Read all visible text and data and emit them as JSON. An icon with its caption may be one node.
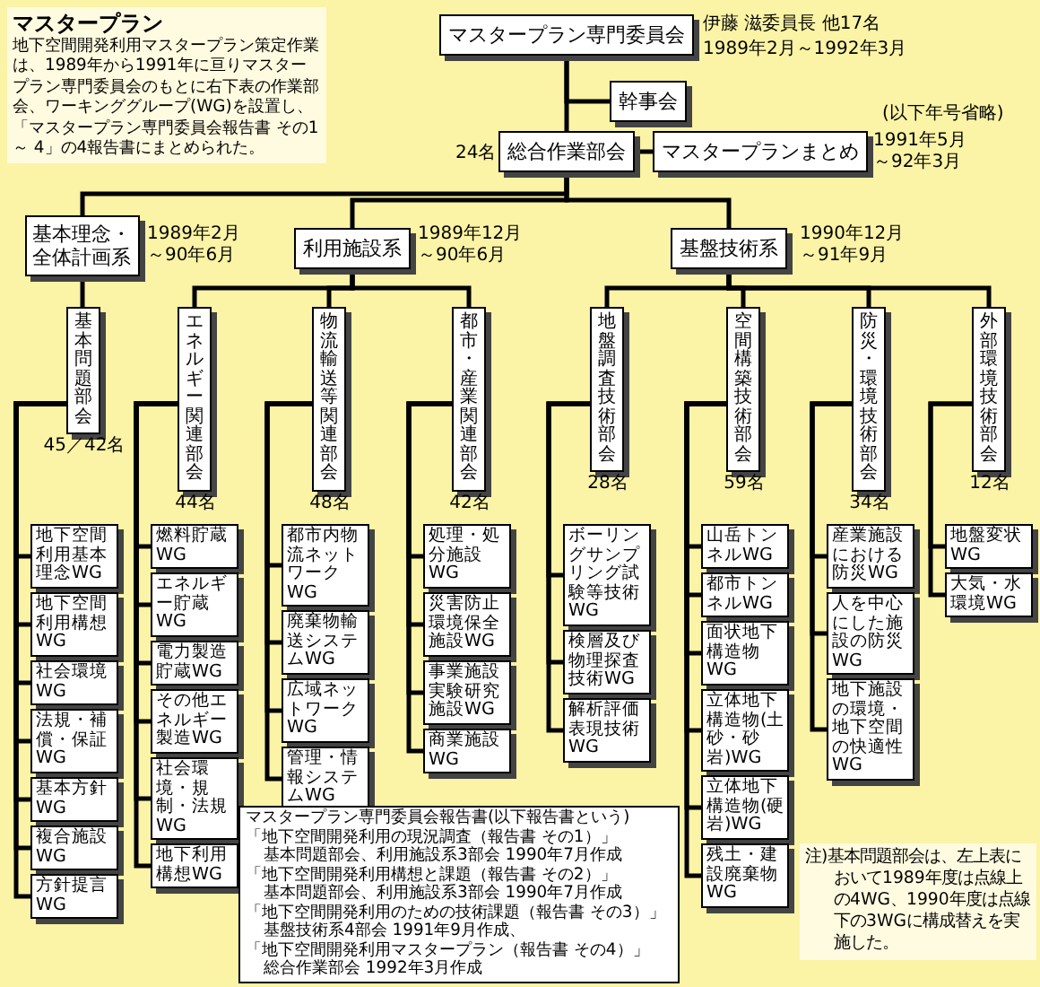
{
  "diagram": {
    "nodes": [
      {
        "text": [
          "マスタープラン専門委員会"
        ],
        "beside": [
          "伊藤 滋委員長 他17名",
          "1989年2月～1992年3月"
        ]
      },
      {
        "text": [
          "幹事会"
        ]
      },
      {
        "text": [
          "総合作業部会"
        ],
        "beside": [
          "24名"
        ]
      },
      {
        "text": [
          "マスタープランまとめ"
        ],
        "beside": [
          "1991年5月～92年3月"
        ]
      },
      {
        "text": [
          "基本理念・全体計画系"
        ],
        "beside": [
          "1989年2月～90年6月"
        ]
      },
      {
        "text": [
          "利用施設系"
        ],
        "beside": [
          "1989年12月～90年6月"
        ]
      },
      {
        "text": [
          "基盤技術系"
        ],
        "beside": [
          "1990年12月～91年9月"
        ]
      },
      {
        "text": [
          "基本問題部会"
        ],
        "beside": [
          "45／42名"
        ]
      },
      {
        "text": [
          "エネルギー関連部会"
        ],
        "beside": [
          "44名"
        ]
      },
      {
        "text": [
          "物流輸送等関連部会"
        ],
        "beside": [
          "48名"
        ]
      },
      {
        "text": [
          "都市・産業関連部会"
        ],
        "beside": [
          "42名"
        ]
      },
      {
        "text": [
          "地盤調査技術部会"
        ],
        "beside": [
          "28名"
        ]
      },
      {
        "text": [
          "空間構築技術部会"
        ],
        "beside": [
          "59名"
        ]
      },
      {
        "text": [
          "防災・環境技術部会"
        ],
        "beside": [
          "34名"
        ]
      },
      {
        "text": [
          "外部環境技術部会"
        ],
        "beside": [
          "12名"
        ]
      },
      {
        "text": [
          "地下空間利用基本理念WG"
        ]
      },
      {
        "text": [
          "地下空間利用構想WG"
        ]
      },
      {
        "text": [
          "社会環境WG"
        ]
      },
      {
        "text": [
          "法規・補償・保証WG"
        ]
      },
      {
        "text": [
          "基本方針WG"
        ]
      },
      {
        "text": [
          "複合施設WG"
        ]
      },
      {
        "text": [
          "方針提言WG"
        ]
      },
      {
        "text": [
          "燃料貯蔵WG"
        ]
      },
      {
        "text": [
          "エネルギー貯蔵WG"
        ]
      },
      {
        "text": [
          "電力製造貯蔵WG"
        ]
      },
      {
        "text": [
          "その他エネルギー製造WG"
        ]
      },
      {
        "text": [
          "社会環境・規制・法規WG"
        ]
      },
      {
        "text": [
          "地下利用構想WG"
        ]
      },
      {
        "text": [
          "都市内物流ネットワークWG"
        ]
      },
      {
        "text": [
          "廃棄物輸送システムWG"
        ]
      },
      {
        "text": [
          "広域ネットワークWG"
        ]
      },
      {
        "text": [
          "管理・情報システムWG"
        ]
      },
      {
        "text": [
          "処理・処分施設WG"
        ]
      },
      {
        "text": [
          "災害防止環境保全施設WG"
        ]
      },
      {
        "text": [
          "事業施設実験研究施設WG"
        ]
      },
      {
        "text": [
          "商業施設WG"
        ]
      },
      {
        "text": [
          "ボーリングサンプリング試験等技術WG"
        ]
      },
      {
        "text": [
          "検層及び物理探査技術WG"
        ]
      },
      {
        "text": [
          "解析評価表現技術WG"
        ]
      },
      {
        "text": [
          "山岳トンネルWG"
        ]
      },
      {
        "text": [
          "都市トンネルWG"
        ]
      },
      {
        "text": [
          "面状地下構造物WG"
        ]
      },
      {
        "text": [
          "立体地下構造物(土砂・砂岩)WG"
        ]
      },
      {
        "text": [
          "立体地下構造物(硬岩)WG"
        ]
      },
      {
        "text": [
          "残土・建設廃棄物WG"
        ]
      },
      {
        "text": [
          "産業施設における防災WG"
        ]
      },
      {
        "text": [
          "人を中心にした施設の防災WG"
        ]
      },
      {
        "text": [
          "地下施設の環境・地下空間の快適性WG"
        ]
      },
      {
        "text": [
          "地盤変状WG"
        ]
      },
      {
        "text": [
          "大気・水環境WG"
        ]
      },
      {
        "text": [
          "マスタープラン専門委員会報告書(以下報告書という)",
          "「地下空間開発利用の現況調査（報告書 その1）」",
          "基本問題部会、利用施設系3部会 1990年7月作成",
          "「地下空間開発利用構想と課題（報告書 その2）」",
          "基本問題部会、利用施設系3部会 1990年7月作成",
          "「地下空間開発利用のための技術課題（報告書 その3）」",
          "基盤技術系4部会 1991年9月作成、",
          "「地下空間開発利用マスタープラン（報告書 その4）」",
          "総合作業部会 1992年3月作成"
        ]
      }
    ],
    "edges": [
      {
        "from": 0,
        "to": 1,
        "arrow": "none"
      },
      {
        "from": 0,
        "to": 2,
        "arrow": "none"
      },
      {
        "from": 2,
        "to": 3,
        "arrow": "none"
      },
      {
        "from": 2,
        "to": 4,
        "arrow": "none"
      },
      {
        "from": 2,
        "to": 5,
        "arrow": "none"
      },
      {
        "from": 2,
        "to": 6,
        "arrow": "none"
      },
      {
        "from": 4,
        "to": 7,
        "arrow": "none"
      },
      {
        "from": 5,
        "to": 8,
        "arrow": "none"
      },
      {
        "from": 5,
        "to": 9,
        "arrow": "none"
      },
      {
        "from": 5,
        "to": 10,
        "arrow": "none"
      },
      {
        "from": 6,
        "to": 11,
        "arrow": "none"
      },
      {
        "from": 6,
        "to": 12,
        "arrow": "none"
      },
      {
        "from": 6,
        "to": 13,
        "arrow": "none"
      },
      {
        "from": 6,
        "to": 14,
        "arrow": "none"
      },
      {
        "from": 7,
        "to": 15,
        "arrow": "none"
      },
      {
        "from": 7,
        "to": 16,
        "arrow": "none"
      },
      {
        "from": 7,
        "to": 17,
        "arrow": "none"
      },
      {
        "from": 7,
        "to": 18,
        "arrow": "none"
      },
      {
        "from": 7,
        "to": 19,
        "arrow": "none"
      },
      {
        "from": 7,
        "to": 20,
        "arrow": "none"
      },
      {
        "from": 7,
        "to": 21,
        "arrow": "none"
      },
      {
        "from": 8,
        "to": 22,
        "arrow": "none"
      },
      {
        "from": 8,
        "to": 23,
        "arrow": "none"
      },
      {
        "from": 8,
        "to": 24,
        "arrow": "none"
      },
      {
        "from": 8,
        "to": 25,
        "arrow": "none"
      },
      {
        "from": 8,
        "to": 26,
        "arrow": "none"
      },
      {
        "from": 8,
        "to": 27,
        "arrow": "none"
      },
      {
        "from": 9,
        "to": 28,
        "arrow": "none"
      },
      {
        "from": 9,
        "to": 29,
        "arrow": "none"
      },
      {
        "from": 9,
        "to": 30,
        "arrow": "none"
      },
      {
        "from": 9,
        "to": 31,
        "arrow": "none"
      },
      {
        "from": 10,
        "to": 32,
        "arrow": "none"
      },
      {
        "from": 10,
        "to": 33,
        "arrow": "none"
      },
      {
        "from": 10,
        "to": 34,
        "arrow": "none"
      },
      {
        "from": 10,
        "to": 35,
        "arrow": "none"
      },
      {
        "from": 11,
        "to": 36,
        "arrow": "none"
      },
      {
        "from": 11,
        "to": 37,
        "arrow": "none"
      },
      {
        "from": 11,
        "to": 38,
        "arrow": "none"
      },
      {
        "from": 12,
        "to": 39,
        "arrow": "none"
      },
      {
        "from": 12,
        "to": 40,
        "arrow": "none"
      },
      {
        "from": 12,
        "to": 41,
        "arrow": "none"
      },
      {
        "from": 12,
        "to": 42,
        "arrow": "none"
      },
      {
        "from": 12,
        "to": 43,
        "arrow": "none"
      },
      {
        "from": 12,
        "to": 44,
        "arrow": "none"
      },
      {
        "from": 13,
        "to": 45,
        "arrow": "none"
      },
      {
        "from": 13,
        "to": 46,
        "arrow": "none"
      },
      {
        "from": 13,
        "to": 47,
        "arrow": "none"
      },
      {
        "from": 14,
        "to": 48,
        "arrow": "none"
      },
      {
        "from": 14,
        "to": 49,
        "arrow": "none"
      }
    ],
    "labels": [
      "マスタープラン",
      "地下空間開発利用マスタープラン策定作業は、1989年から1991年に亘りマスタープラン専門委員会のもとに右下表の作業部会、ワーキンググループ(WG)を設置し、「マスタープラン専門委員会報告書 その1～ 4」の4報告書にまとめられた。",
      "(以下年号省略)",
      "注)基本問題部会は、左上表において1989年度は点線上の4WG、1990年度は点線下の3WGに構成替えを実施した。"
    ]
  }
}
